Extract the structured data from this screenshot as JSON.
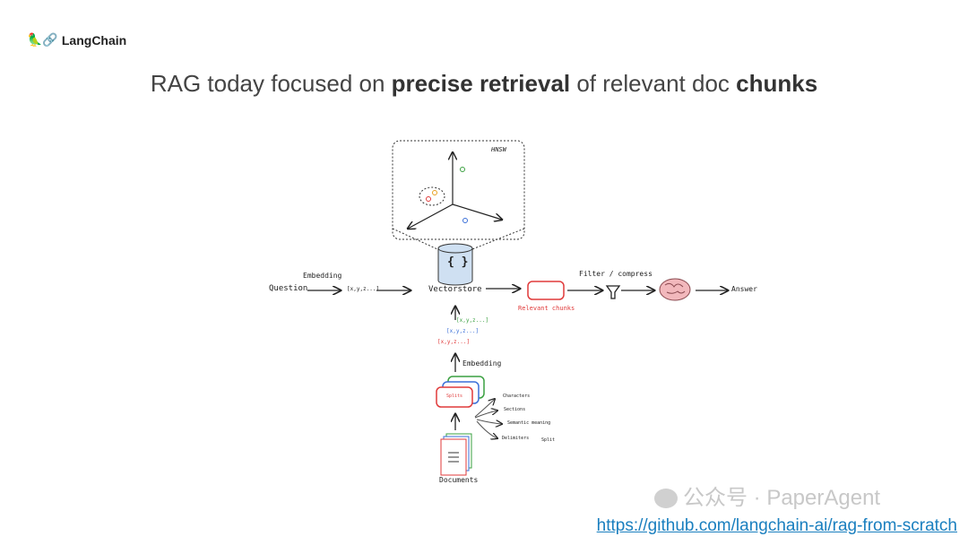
{
  "logo": {
    "icons": "🦜🔗",
    "text": "LangChain"
  },
  "title": {
    "part1": "RAG today focused on ",
    "bold1": "precise retrieval",
    "part2": " of relevant doc ",
    "bold2": "chunks"
  },
  "diagram": {
    "hnsw_label": "HNSW",
    "vectorstore_glyph": "{ }",
    "question": "Question",
    "embedding_top": "Embedding",
    "vector_text": "[x,y,z...]",
    "vectorstore": "Vectorstore",
    "relevant_chunks": "Relevant chunks",
    "filter_compress": "Filter / compress",
    "answer": "Answer",
    "embedding_bottom": "Embedding",
    "splits": "Splits",
    "split_methods": [
      "Characters",
      "Sections",
      "Semantic meaning",
      "Delimiters"
    ],
    "split_label": "Split",
    "documents": "Documents",
    "colors": {
      "red": "#e03a3a",
      "blue": "#3a6fd8",
      "green": "#3aa040"
    }
  },
  "watermark": {
    "text": "公众号 · PaperAgent"
  },
  "footer": {
    "link": "https://github.com/langchain-ai/rag-from-scratch"
  }
}
